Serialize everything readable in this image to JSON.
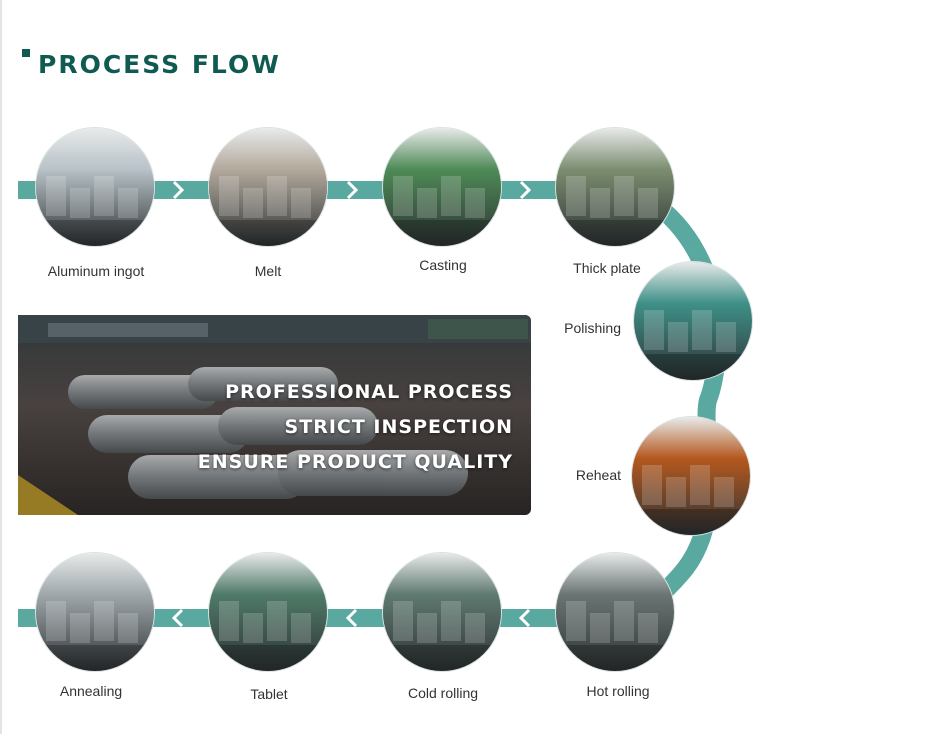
{
  "title": "PROCESS FLOW",
  "accent_color": "#0f5b52",
  "track_color": "#5aa9a0",
  "steps": [
    {
      "label": "Aluminum ingot",
      "icon": "aluminum-ingot-photo",
      "tone": "#b8c2c8"
    },
    {
      "label": "Melt",
      "icon": "melt-furnace-photo",
      "tone": "#b3a99c"
    },
    {
      "label": "Casting",
      "icon": "casting-machine-photo",
      "tone": "#4e8a56"
    },
    {
      "label": "Thick plate",
      "icon": "thick-plate-photo",
      "tone": "#7b8d70"
    },
    {
      "label": "Polishing",
      "icon": "polishing-machine-photo",
      "tone": "#3f9088"
    },
    {
      "label": "Reheat",
      "icon": "reheat-furnace-photo",
      "tone": "#b4581e"
    },
    {
      "label": "Hot rolling",
      "icon": "hot-rolling-photo",
      "tone": "#6b7574"
    },
    {
      "label": "Cold rolling",
      "icon": "cold-rolling-photo",
      "tone": "#5f7a70"
    },
    {
      "label": "Tablet",
      "icon": "tablet-workers-photo",
      "tone": "#4f7a68"
    },
    {
      "label": "Annealing",
      "icon": "annealing-oven-photo",
      "tone": "#a0a8ac"
    }
  ],
  "banner": {
    "lines": [
      "PROFESSIONAL PROCESS",
      "STRICT INSPECTION",
      "ENSURE PRODUCT QUALITY"
    ]
  }
}
